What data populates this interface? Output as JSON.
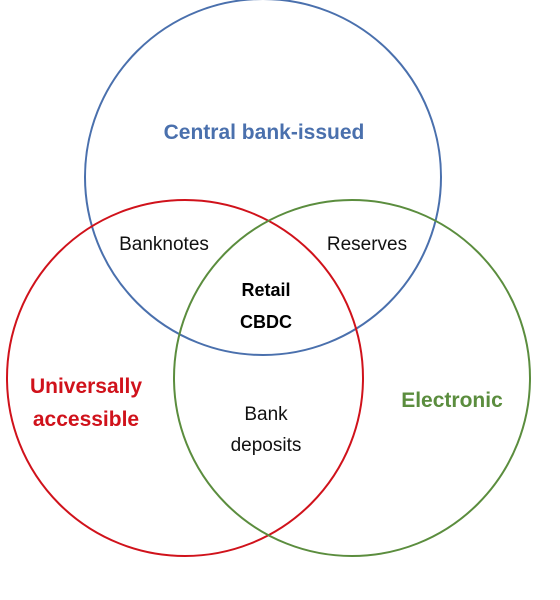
{
  "sets": {
    "central": {
      "label": "Central bank-issued",
      "color": "#4a70ad"
    },
    "universal": {
      "label_line1": "Universally",
      "label_line2": "accessible",
      "color": "#d0121b"
    },
    "electronic": {
      "label": "Electronic",
      "color": "#5b8d3e"
    }
  },
  "regions": {
    "banknotes": "Banknotes",
    "reserves": "Reserves",
    "bank_deposits_line1": "Bank",
    "bank_deposits_line2": "deposits",
    "center_line1": "Retail",
    "center_line2": "CBDC"
  }
}
